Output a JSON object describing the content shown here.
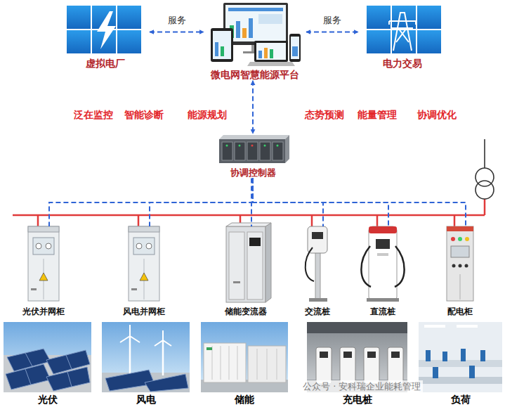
{
  "diagram": {
    "nodes": [
      {
        "text": [
          "虚拟电厂"
        ]
      },
      {
        "text": [
          "微电网智慧能源平台"
        ]
      },
      {
        "text": [
          "电力交易"
        ]
      },
      {
        "text": [
          "协调控制器"
        ]
      },
      {
        "text": [
          "光伏并网柜"
        ]
      },
      {
        "text": [
          "风电并网柜"
        ]
      },
      {
        "text": [
          "储能变流器"
        ]
      },
      {
        "text": [
          "交流桩"
        ]
      },
      {
        "text": [
          "直流桩"
        ]
      },
      {
        "text": [
          "配电柜"
        ]
      },
      {
        "text": [
          "光伏"
        ]
      },
      {
        "text": [
          "风电"
        ]
      },
      {
        "text": [
          "储能"
        ]
      },
      {
        "text": [
          "充电桩"
        ]
      },
      {
        "text": [
          "负荷"
        ]
      }
    ],
    "edges": [
      {
        "from": 0,
        "to": 1,
        "label": "服务",
        "arrow": "both"
      },
      {
        "from": 1,
        "to": 2,
        "label": "服务",
        "arrow": "both"
      },
      {
        "from": 1,
        "to": 3,
        "arrow": "both"
      },
      {
        "from": 3,
        "to": 4,
        "arrow": "none"
      },
      {
        "from": 3,
        "to": 5,
        "arrow": "none"
      },
      {
        "from": 3,
        "to": 6,
        "arrow": "none"
      },
      {
        "from": 3,
        "to": 7,
        "arrow": "none"
      },
      {
        "from": 3,
        "to": 8,
        "arrow": "none"
      },
      {
        "from": 3,
        "to": 9,
        "arrow": "none"
      }
    ],
    "labels": [
      "泛在监控",
      "智能诊断",
      "能源规划",
      "态势预测",
      "能量管理",
      "协调优化",
      "公众号 · 安科瑞企业能耗管理"
    ]
  }
}
